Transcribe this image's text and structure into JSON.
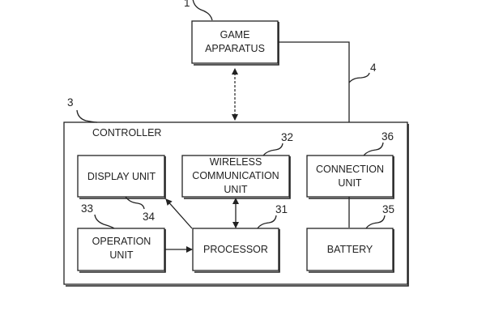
{
  "diagram": {
    "game_apparatus": {
      "ref": "1",
      "lines": [
        "GAME",
        "APPARATUS"
      ]
    },
    "cable": {
      "ref": "4"
    },
    "controller": {
      "ref": "3",
      "title": "CONTROLLER"
    },
    "display_unit": {
      "ref": "34",
      "lines": [
        "DISPLAY UNIT"
      ]
    },
    "wireless_unit": {
      "ref": "32",
      "lines": [
        "WIRELESS",
        "COMMUNICATION",
        "UNIT"
      ]
    },
    "connection_unit": {
      "ref": "36",
      "lines": [
        "CONNECTION",
        "UNIT"
      ]
    },
    "operation_unit": {
      "ref": "33",
      "lines": [
        "OPERATION",
        "UNIT"
      ]
    },
    "processor": {
      "ref": "31",
      "lines": [
        "PROCESSOR"
      ]
    },
    "battery": {
      "ref": "35",
      "lines": [
        "BATTERY"
      ]
    }
  }
}
